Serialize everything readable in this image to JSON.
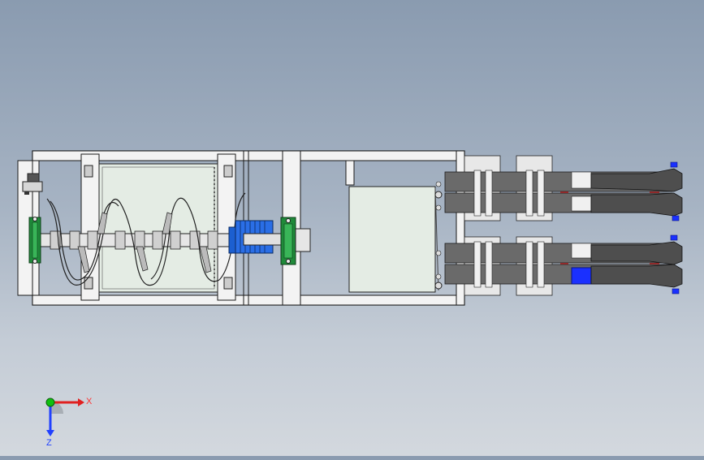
{
  "viewport": {
    "background_top": "#8a9bb0",
    "background_bottom": "#d3d8de",
    "model": "screw-conveyor-assembly-top-view"
  },
  "triad": {
    "x_label": "X",
    "z_label": "Z",
    "x_color": "#e02020",
    "y_color": "#10c010",
    "z_color": "#2040ff"
  },
  "colors": {
    "frame_fill": "#f2f2f2",
    "frame_stroke": "#1a1a1a",
    "bearing": "#1f8a3a",
    "motor": "#1c5fd0",
    "roller": "#6a6a6a",
    "accent_blue": "#1a30ff",
    "panel_fill": "#e4ece4"
  }
}
